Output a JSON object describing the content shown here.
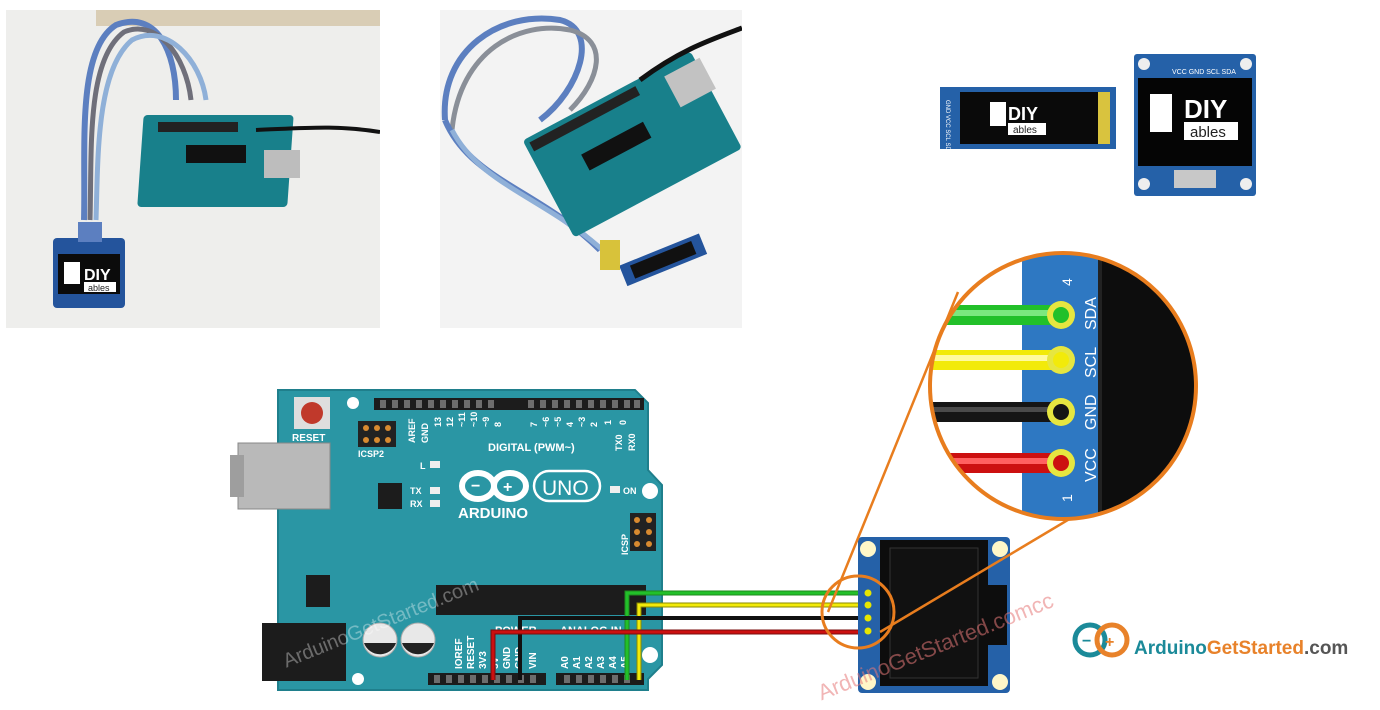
{
  "photos": {
    "oled_128x64_small": {
      "logo_top": "DIY",
      "logo_bottom": "ables",
      "pin_labels": "GND VCC SCL SDA"
    },
    "oled_128x64_large": {
      "logo_top": "DIY",
      "logo_bottom": "ables",
      "pin_labels": "VCC GND SCL SDA"
    }
  },
  "arduino": {
    "reset": "RESET",
    "icsp2": "ICSP2",
    "aref": "AREF",
    "gnd_top": "GND",
    "digital": "DIGITAL (PWM~)",
    "tx0": "TX0",
    "rx0": "RX0",
    "led_l": "L",
    "led_tx": "TX",
    "led_rx": "RX",
    "on": "ON",
    "brand": "ARDUINO",
    "uno": "UNO",
    "icsp": "ICSP",
    "power": "POWER",
    "analog_in": "ANALOG IN",
    "pin13": "13",
    "pin12": "12",
    "pin11": "~11",
    "pin10": "~10",
    "pin9": "~9",
    "pin8": "8",
    "pin7": "7",
    "pin6": "~6",
    "pin5": "~5",
    "pin4": "4",
    "pin3": "~3",
    "pin2": "2",
    "pin1": "1",
    "pin0": "0",
    "ioref": "IOREF",
    "reset_pin": "RESET",
    "v33": "3V3",
    "v5": "5V",
    "gnd1": "GND",
    "gnd2": "GND",
    "vin": "VIN",
    "a0": "A0",
    "a1": "A1",
    "a2": "A2",
    "a3": "A3",
    "a4": "A4",
    "a5": "A5"
  },
  "zoom": {
    "pins": [
      {
        "label": "SDA",
        "number": "4",
        "wire_color": "#22c02a"
      },
      {
        "label": "SCL",
        "number": "",
        "wire_color": "#f2ea0a"
      },
      {
        "label": "GND",
        "number": "",
        "wire_color": "#151515"
      },
      {
        "label": "VCC",
        "number": "1",
        "wire_color": "#cc1010"
      }
    ]
  },
  "watermarks": {
    "board": "ArduinoGetStarted.com",
    "oled": "ArduinoGetStarted.comcc"
  },
  "brand": {
    "name_part1": "Arduino",
    "name_part2": "GetStarted",
    "name_part3": ".com",
    "colors": {
      "teal": "#1b8a99",
      "orange": "#e8822a",
      "gray": "#555555"
    }
  },
  "colors": {
    "board": "#2a96a4",
    "board_dark": "#1f7f8c",
    "zoom_ring": "#e87d1e",
    "pcb_blue": "#2561a8"
  }
}
